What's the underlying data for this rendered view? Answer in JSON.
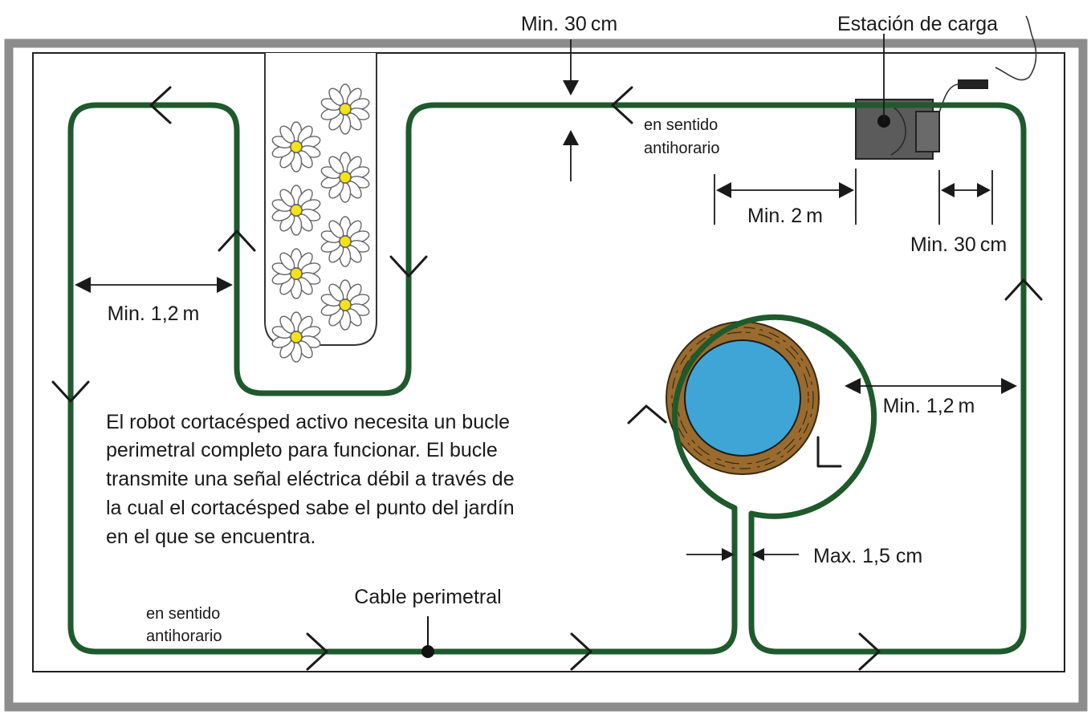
{
  "colors": {
    "cable": "#1e5a2c",
    "frame": "#8c8c8c",
    "pond_water": "#3fa5d6",
    "pond_rim": "#9a6b2f",
    "station": "#5b5b5b",
    "petal": "#ffffff",
    "flower_center": "#f5e21a"
  },
  "labels": {
    "station": "Estación de carga",
    "top_spacing": "Min. 30 cm",
    "direction_top_1": "en sentido",
    "direction_top_2": "antihorario",
    "station_gap_left": "Min. 2 m",
    "station_gap_right": "Min. 30 cm",
    "left_spacing": "Min. 1,2 m",
    "right_spacing": "Min. 1,2 m",
    "wire_gap": "Max. 1,5 cm",
    "cable": "Cable perimetral",
    "direction_bottom_1": "en sentido",
    "direction_bottom_2": "antihorario"
  },
  "description": [
    "El robot cortacésped activo necesita un bucle",
    "perimetral completo para funcionar. El bucle",
    "transmite una señal eléctrica débil a través de",
    "la cual el cortacésped sabe el punto del jardín",
    "en el que se encuentra."
  ]
}
